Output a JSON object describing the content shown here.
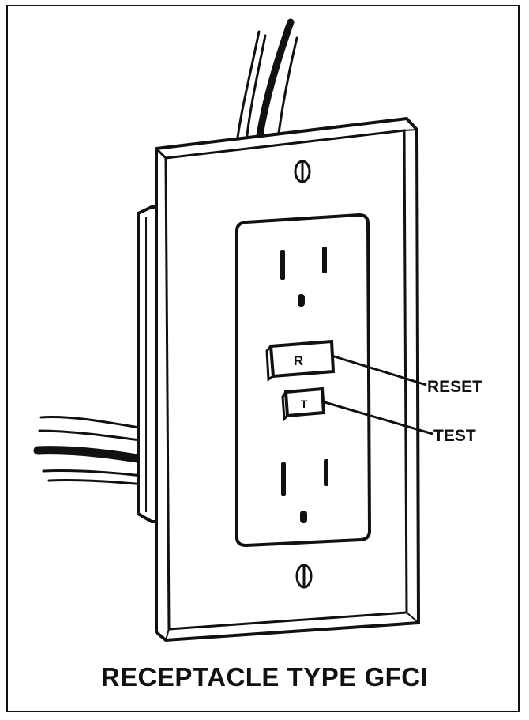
{
  "caption": "RECEPTACLE TYPE GFCI",
  "labels": {
    "reset": "RESET",
    "test": "TEST"
  },
  "buttons": {
    "reset_letter": "R",
    "test_letter": "T"
  },
  "colors": {
    "ink": "#111111",
    "paper": "#ffffff"
  }
}
